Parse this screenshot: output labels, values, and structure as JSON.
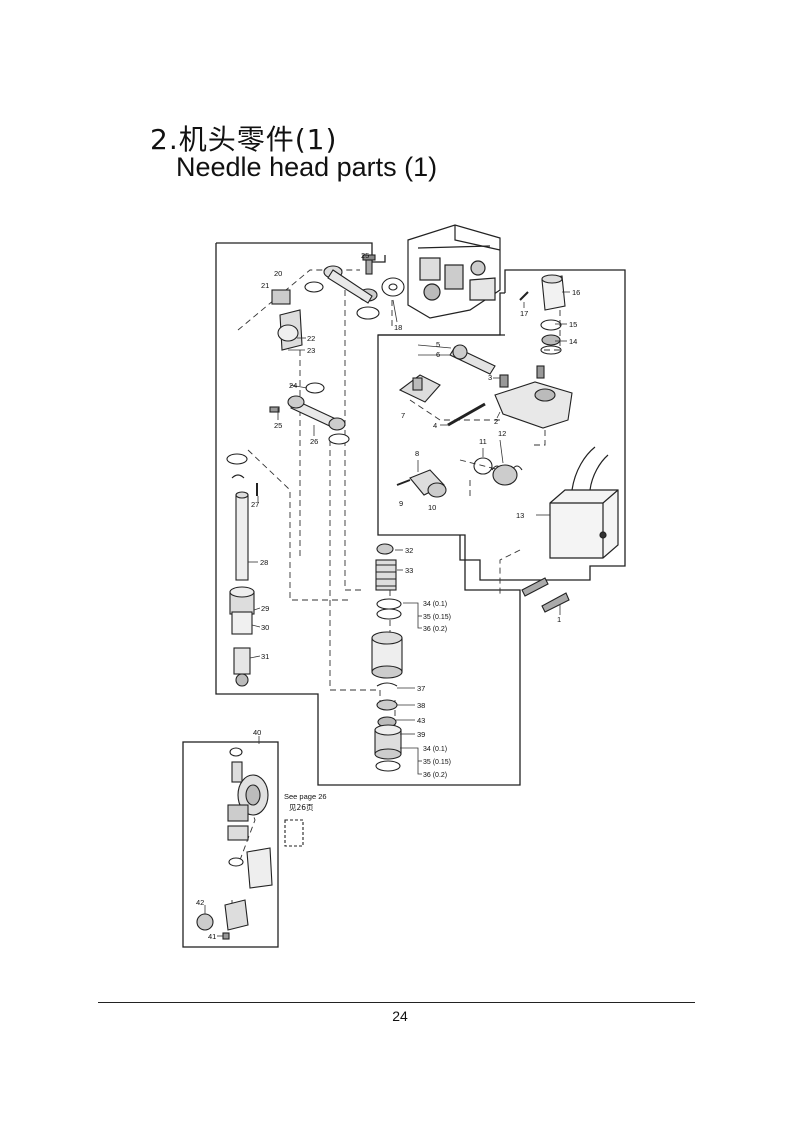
{
  "heading": {
    "chinese": "2.机头零件(1)",
    "english": "Needle head parts (1)"
  },
  "diagram": {
    "part_numbers": [
      "1",
      "2",
      "3",
      "4",
      "5",
      "6",
      "7",
      "8",
      "9",
      "10",
      "11",
      "12",
      "13",
      "14",
      "15",
      "16",
      "17",
      "18",
      "20",
      "21",
      "22",
      "23",
      "24",
      "25",
      "26",
      "27",
      "28",
      "29",
      "30",
      "31",
      "32",
      "33",
      "34",
      "35",
      "36",
      "37",
      "38",
      "39",
      "40",
      "41",
      "42",
      "43"
    ],
    "variant_labels": {
      "upper": [
        "34 (0.1)",
        "35 (0.15)",
        "36 (0.2)"
      ],
      "lower": [
        "34 (0.1)",
        "35 (0.15)",
        "36 (0.2)"
      ]
    },
    "reference_note": {
      "english": "See page 26",
      "chinese": "见26页"
    }
  },
  "footer": {
    "page_number": "24"
  }
}
